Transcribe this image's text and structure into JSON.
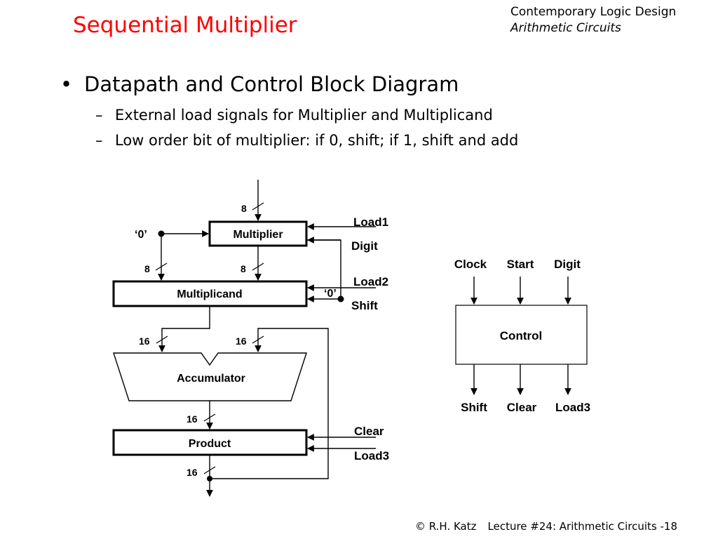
{
  "slide": {
    "title": "Sequential Multiplier",
    "course": "Contemporary Logic Design",
    "topic": "Arithmetic Circuits",
    "bullet": "Datapath and Control Block Diagram",
    "subbullets": [
      "External load signals for Multiplier and Multiplicand",
      "Low order bit of multiplier: if 0, shift; if 1, shift and add"
    ],
    "footer_copyright": "© R.H. Katz",
    "footer_lecture": "Lecture #24: Arithmetic Circuits -18"
  },
  "datapath": {
    "blocks": {
      "multiplier": "Multiplier",
      "multiplicand": "Multiplicand",
      "accumulator": "Accumulator",
      "product": "Product"
    },
    "bus_widths": {
      "multiplier_in": "8",
      "multiplicand_left": "8",
      "multiplicand_right": "8",
      "acc_in_left": "16",
      "acc_in_right": "16",
      "acc_out": "16",
      "product_out": "16"
    },
    "constants": {
      "multiplier_zero": "‘0’",
      "multiplicand_zero": "‘0’"
    },
    "signals": {
      "load1": "Load1",
      "digit": "Digit",
      "load2": "Load2",
      "shift": "Shift",
      "clear": "Clear",
      "load3": "Load3"
    }
  },
  "control": {
    "label": "Control",
    "inputs": [
      "Clock",
      "Start",
      "Digit"
    ],
    "outputs": [
      "Shift",
      "Clear",
      "Load3"
    ]
  }
}
